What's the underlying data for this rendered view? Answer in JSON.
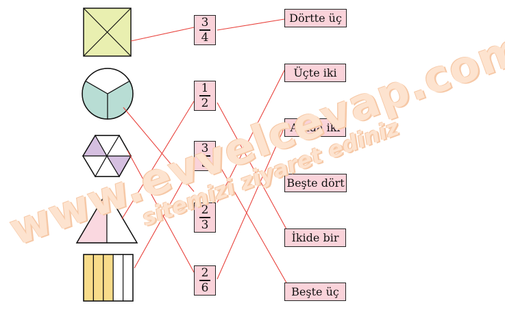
{
  "colors": {
    "line": "#e8403a",
    "box_fill": "#fad3da",
    "square_fill": "#e9efb0",
    "circle_fill": "#b8ddd4",
    "hex_fill": "#d5bfe0",
    "triangle_fill": "#fad8e0",
    "rect_fill": "#f8dc8a",
    "stroke": "#111111"
  },
  "fractions": [
    {
      "num": "3",
      "den": "4"
    },
    {
      "num": "1",
      "den": "2"
    },
    {
      "num": "3",
      "den": "5"
    },
    {
      "num": "2",
      "den": "3"
    },
    {
      "num": "2",
      "den": "6"
    }
  ],
  "words": [
    "Dörtte üç",
    "Üçte iki",
    "Altıda iki",
    "Beşte dört",
    "İkide bir",
    "Beşte üç"
  ],
  "watermark": {
    "main": "www.evvelcevap.com",
    "sub": "sitemizi ziyaret ediniz"
  }
}
